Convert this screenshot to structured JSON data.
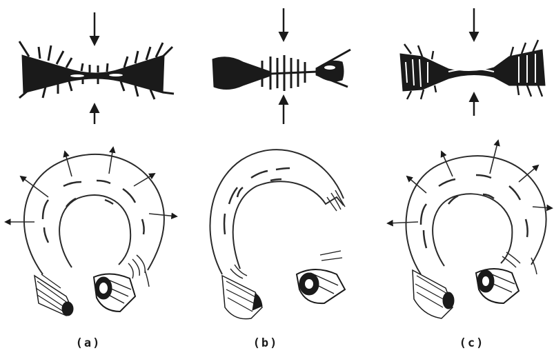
{
  "labels": {
    "a": "(a)",
    "b": "(b)",
    "c": "(c)"
  },
  "colors": {
    "ink": "#1a1a1a",
    "line": "#2a2a2a",
    "paper": "#ffffff"
  }
}
